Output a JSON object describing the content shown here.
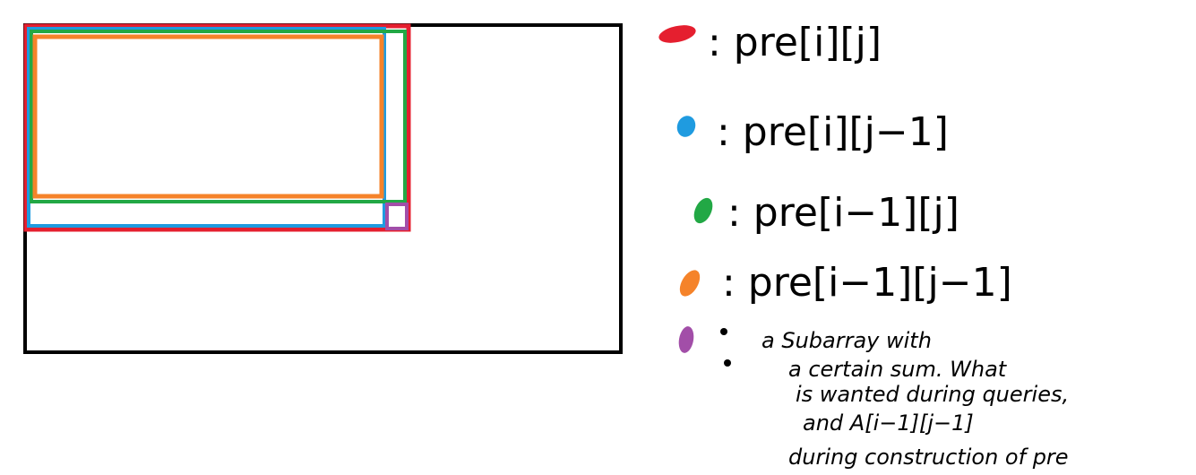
{
  "colors": {
    "outline": "#000000",
    "red": "#e51f2f",
    "blue": "#1f9be0",
    "green": "#22a845",
    "orange": "#f5832a",
    "purple": "#a24ea8"
  },
  "legend": {
    "red_label": ": pre[i][j]",
    "blue_label": ": pre[i][j−1]",
    "green_label": ": pre[i−1][j]",
    "orange_label": ": pre[i−1][j−1]",
    "purple_label_line1": "a Subarray with",
    "purple_label_line2": "a certain sum. What",
    "purple_label_line3": "is wanted during queries,",
    "purple_label_line4": "and A[i−1][j−1]",
    "purple_label_line5": "during construction of pre"
  }
}
